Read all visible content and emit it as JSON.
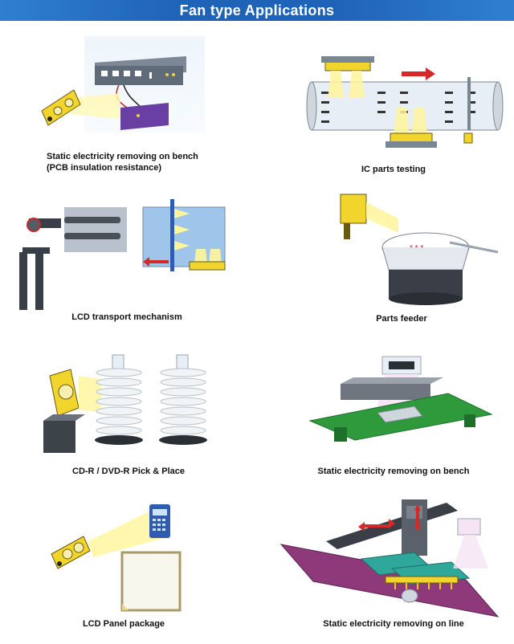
{
  "title": "Fan type Applications",
  "applications": [
    {
      "label_line1": "Static electricity removing on bench",
      "label_line2": "(PCB insulation resistance)"
    },
    {
      "label_line1": "IC parts testing"
    },
    {
      "label_line1": "LCD transport mechanism"
    },
    {
      "label_line1": "Parts feeder"
    },
    {
      "label_line1": "CD-R / DVD-R Pick & Place"
    },
    {
      "label_line1": "Static electricity removing on bench"
    },
    {
      "label_line1": "LCD Panel package"
    },
    {
      "label_line1": "Static electricity removing on line"
    }
  ]
}
